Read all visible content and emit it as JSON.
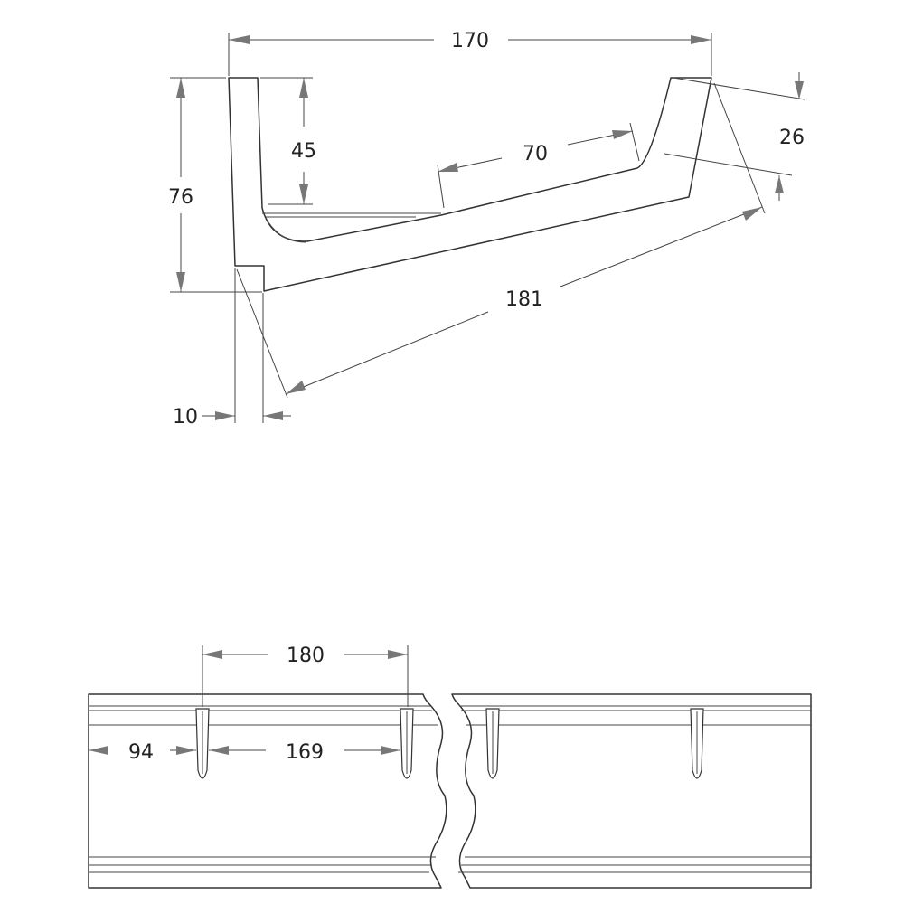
{
  "profile": {
    "width_label": "170",
    "height_label": "76",
    "inner_depth_label": "45",
    "base_segment_label": "70",
    "rim_height_label": "26",
    "slope_length_label": "181",
    "wall_thickness_label": "10"
  },
  "elevation": {
    "slot_pitch_label": "180",
    "edge_offset_label": "94",
    "slot_gap_label": "169"
  }
}
